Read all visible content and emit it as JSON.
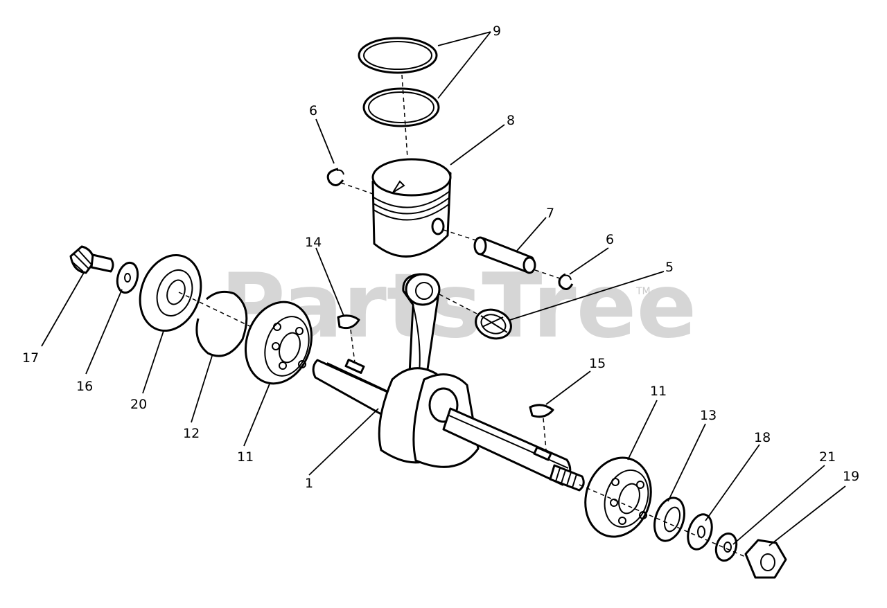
{
  "watermark": {
    "text": "PartsTree",
    "trademark": "TM"
  },
  "callouts": [
    {
      "id": "c9",
      "label": "9"
    },
    {
      "id": "c8",
      "label": "8"
    },
    {
      "id": "c6a",
      "label": "6"
    },
    {
      "id": "c7",
      "label": "7"
    },
    {
      "id": "c6b",
      "label": "6"
    },
    {
      "id": "c5",
      "label": "5"
    },
    {
      "id": "c14",
      "label": "14"
    },
    {
      "id": "c15",
      "label": "15"
    },
    {
      "id": "c17",
      "label": "17"
    },
    {
      "id": "c16",
      "label": "16"
    },
    {
      "id": "c20",
      "label": "20"
    },
    {
      "id": "c12",
      "label": "12"
    },
    {
      "id": "c11a",
      "label": "11"
    },
    {
      "id": "c1",
      "label": "1"
    },
    {
      "id": "c11b",
      "label": "11"
    },
    {
      "id": "c13",
      "label": "13"
    },
    {
      "id": "c18",
      "label": "18"
    },
    {
      "id": "c21",
      "label": "21"
    },
    {
      "id": "c19",
      "label": "19"
    }
  ]
}
